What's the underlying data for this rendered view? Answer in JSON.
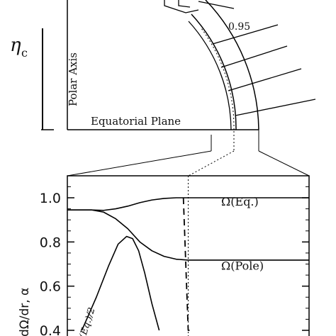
{
  "top_panel": {
    "eta_symbol": "η",
    "eta_subscript": "c",
    "polar_axis_label": "Polar Axis",
    "equatorial_label": "Equatorial Plane",
    "contour_label": "0.95"
  },
  "chart_data": {
    "type": "line",
    "ylabel": "dΩ/dr, α",
    "ylim": [
      0.4,
      1.1
    ],
    "yticks": [
      0.4,
      0.6,
      0.8,
      1.0
    ],
    "ytick_labels": [
      "0.4",
      "0.6",
      "0.8",
      "1.0"
    ],
    "x_range": [
      0,
      1
    ],
    "series": [
      {
        "name": "Ω(Eq.)",
        "x": [
          0.0,
          0.1,
          0.15,
          0.2,
          0.25,
          0.3,
          0.35,
          0.4,
          0.45,
          0.5,
          0.6,
          0.8,
          1.0
        ],
        "y": [
          0.945,
          0.945,
          0.943,
          0.95,
          0.962,
          0.978,
          0.99,
          0.997,
          1.0,
          1.0,
          1.0,
          1.0,
          1.0
        ]
      },
      {
        "name": "Ω(Pole)",
        "x": [
          0.0,
          0.1,
          0.15,
          0.2,
          0.25,
          0.3,
          0.35,
          0.4,
          0.45,
          0.5,
          0.6,
          0.8,
          1.0
        ],
        "y": [
          0.945,
          0.945,
          0.935,
          0.905,
          0.86,
          0.8,
          0.76,
          0.735,
          0.722,
          0.718,
          0.718,
          0.718,
          0.718
        ]
      },
      {
        "name": "(Eq.)/2",
        "x": [
          0.06,
          0.12,
          0.17,
          0.21,
          0.245,
          0.27,
          0.295,
          0.32,
          0.35,
          0.38
        ],
        "y": [
          0.4,
          0.55,
          0.69,
          0.79,
          0.825,
          0.815,
          0.76,
          0.66,
          0.52,
          0.4
        ]
      },
      {
        "name": "",
        "style": "dashed",
        "x": [
          0.48,
          0.5,
          0.52
        ],
        "y": [
          1.0,
          0.4,
          0.4
        ]
      }
    ],
    "annotations": {
      "omega_eq": "Ω(Eq.)",
      "omega_pole": "Ω(Pole)",
      "eq_over_2": "(Eq.)/2"
    },
    "dotted_reference_x": 0.5
  }
}
